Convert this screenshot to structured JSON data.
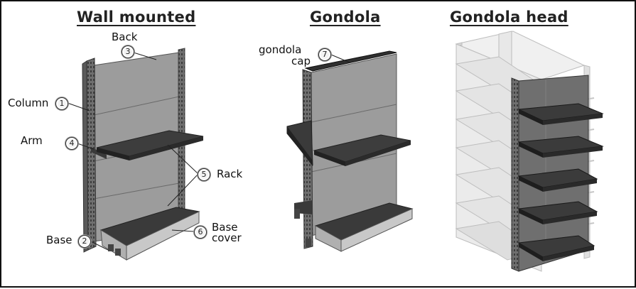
{
  "titles": {
    "wall": "Wall mounted",
    "gondola": "Gondola",
    "head": "Gondola head"
  },
  "parts": {
    "back": {
      "label": "Back",
      "num": "3"
    },
    "column": {
      "label": "Column",
      "num": "1"
    },
    "arm": {
      "label": "Arm",
      "num": "4"
    },
    "rack": {
      "label": "Rack",
      "num": "5"
    },
    "base": {
      "label": "Base",
      "num": "2"
    },
    "base_cover": {
      "label_line1": "Base",
      "label_line2": "cover",
      "num": "6"
    },
    "cap": {
      "label_line1": "gondola",
      "label_line2": "cap",
      "num": "7"
    }
  },
  "colors": {
    "panel": "#9a9a9a",
    "shelf": "#3a3a3a",
    "column": "#7a7a7a",
    "glass": "#c8c8c8"
  }
}
